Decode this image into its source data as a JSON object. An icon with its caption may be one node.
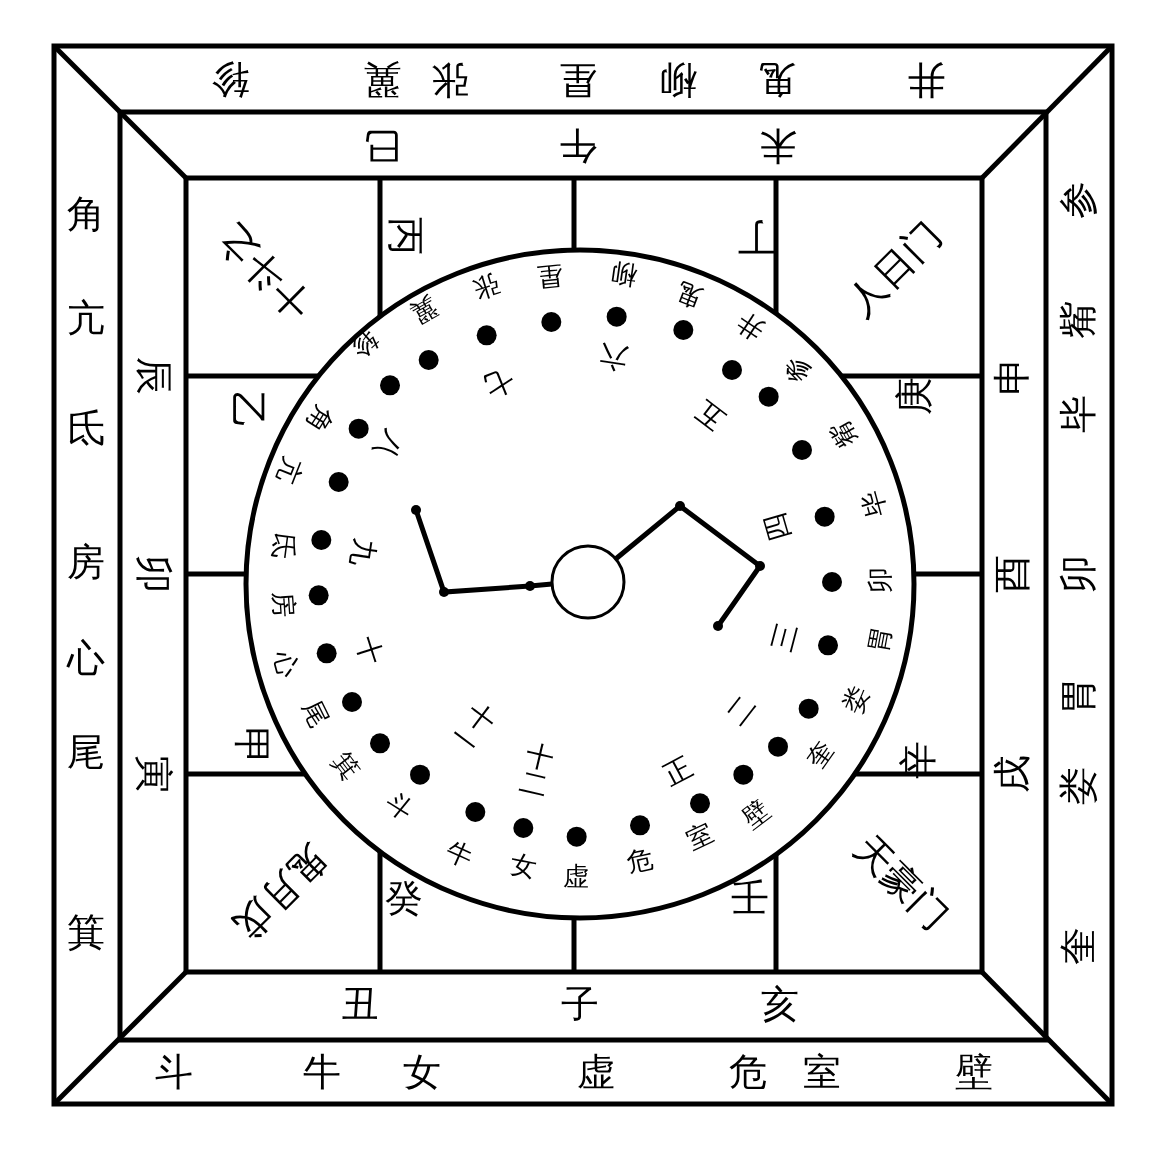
{
  "diagram": {
    "labels": [
      "轸",
      "翼",
      "张",
      "星",
      "柳",
      "鬼",
      "井",
      "角",
      "亢",
      "氐",
      "房",
      "心",
      "尾",
      "箕",
      "参",
      "觜",
      "毕",
      "卯",
      "胃",
      "娄",
      "奎",
      "斗",
      "牛",
      "女",
      "虚",
      "危",
      "室",
      "壁",
      "巳",
      "午",
      "未",
      "辰",
      "卯",
      "寅",
      "申",
      "酉",
      "戌",
      "丑",
      "子",
      "亥",
      "十斗之",
      "人日门",
      "鬼月戊",
      "天豪门",
      "丙",
      "丁",
      "乙",
      "庚",
      "甲",
      "辛",
      "癸",
      "壬",
      "轸",
      "翼",
      "张",
      "星",
      "柳",
      "鬼",
      "井",
      "参",
      "觜",
      "毕",
      "卯",
      "胃",
      "娄",
      "奎",
      "角",
      "亢",
      "氐",
      "房",
      "心",
      "尾",
      "箕",
      "斗",
      "牛",
      "女",
      "虚",
      "危",
      "室",
      "壁",
      "正",
      "二",
      "三",
      "四",
      "五",
      "六",
      "七",
      "八",
      "九",
      "十",
      "十一",
      "十二"
    ]
  }
}
